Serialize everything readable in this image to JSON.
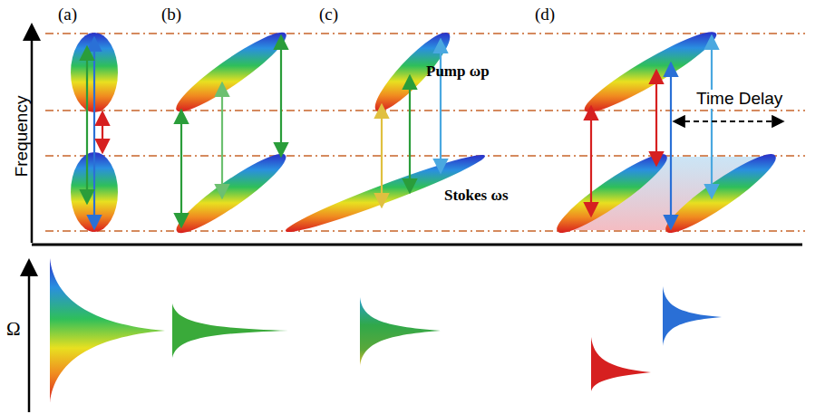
{
  "diagram": {
    "labels": [
      "(a)",
      "(b)",
      "(c)",
      "(d)",
      "Frequency",
      "Pump ωp",
      "Stokes ωs",
      "Time Delay",
      "Ω"
    ]
  }
}
